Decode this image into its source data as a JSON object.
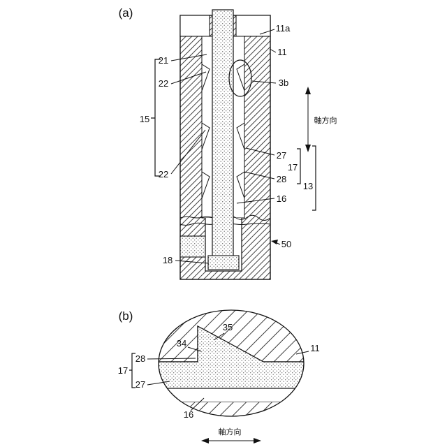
{
  "figure": {
    "panels": {
      "a": {
        "label": "(a)",
        "axis_label": "軸方向",
        "refs": {
          "r11a": "11a",
          "r11": "11",
          "r21": "21",
          "r22_upper": "22",
          "r15": "15",
          "r3b": "3b",
          "r22_lower": "22",
          "r27": "27",
          "r17": "17",
          "r28": "28",
          "r13": "13",
          "r16": "16",
          "r50": "50",
          "r18": "18"
        }
      },
      "b": {
        "label": "(b)",
        "axis_label": "軸方向",
        "refs": {
          "r35": "35",
          "r34": "34",
          "r11": "11",
          "r28": "28",
          "r17": "17",
          "r27": "27",
          "r16": "16"
        }
      }
    }
  }
}
